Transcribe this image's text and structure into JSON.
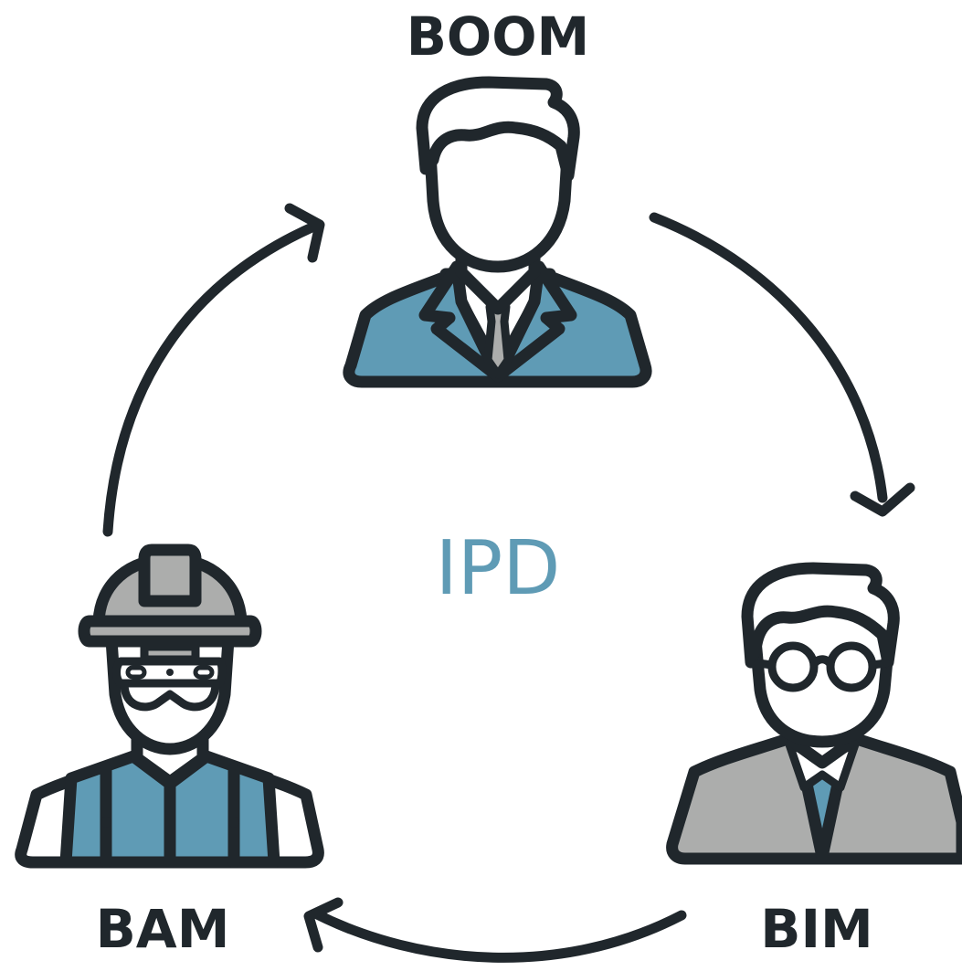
{
  "labels": {
    "top": "BOOM",
    "right": "BIM",
    "left": "BAM",
    "center": "IPD"
  },
  "colors": {
    "ink": "#20272c",
    "blue": "#5f9bb5",
    "gray": "#acadac",
    "white": "#ffffff"
  },
  "figures": {
    "top": "businessman-icon",
    "right": "engineer-with-glasses-icon",
    "left": "construction-worker-with-hardhat-and-ar-headset-icon"
  }
}
